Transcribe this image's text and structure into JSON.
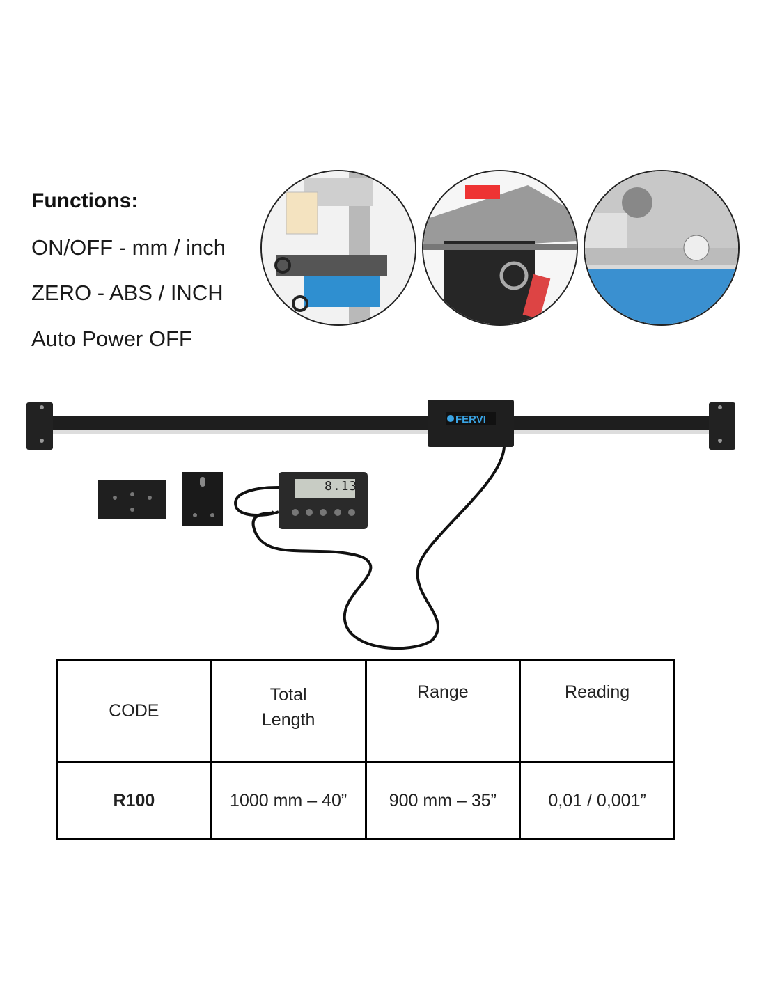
{
  "functions": {
    "title": "Functions:",
    "items": [
      "ON/OFF - mm / inch",
      "ZERO - ABS / INCH",
      "Auto Power OFF"
    ]
  },
  "product": {
    "brand_logo": "FERVI",
    "display_reading": "8.13",
    "brand_color": "#2a9ad8"
  },
  "spec_table": {
    "headers": [
      "CODE",
      "Total Length",
      "Range",
      "Reading"
    ],
    "rows": [
      [
        "R100",
        "1000 mm – 40”",
        "900 mm – 35”",
        "0,01 / 0,001”"
      ]
    ]
  }
}
